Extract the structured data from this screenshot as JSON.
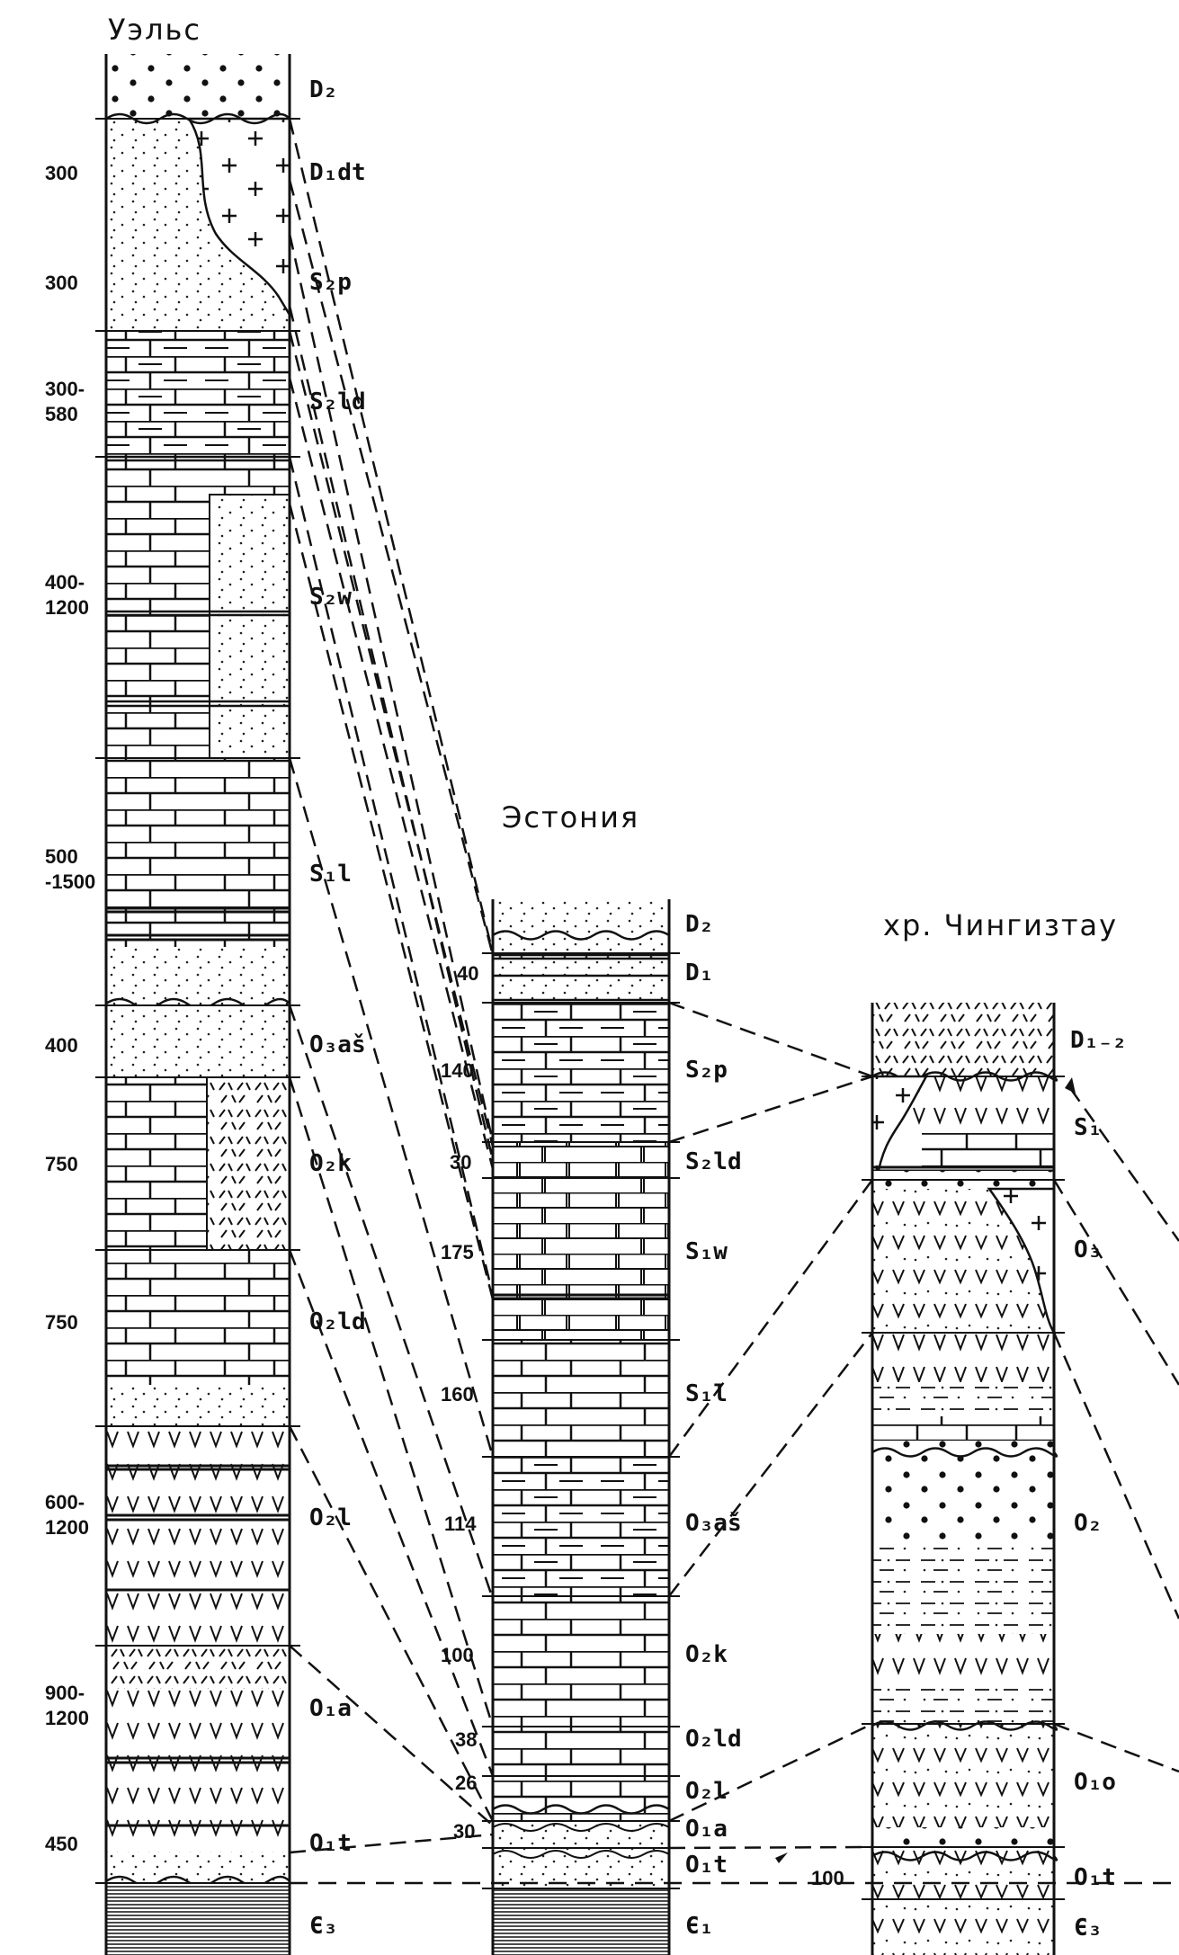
{
  "columns": [
    {
      "title": "Уэльс",
      "units": [
        {
          "label": "D₂",
          "thickness": "",
          "lith": "conglomerate"
        },
        {
          "label": "D₁dt",
          "thickness": "300",
          "lith": "sandstone_granite"
        },
        {
          "label": "S₂p",
          "thickness": "300",
          "lith": "sandstone_granite"
        },
        {
          "label": "S₂ld",
          "thickness": "300-\n580",
          "lith": "marly_limestone"
        },
        {
          "label": "S₂w",
          "thickness": "400-\n1200",
          "lith": "limestone_sand"
        },
        {
          "label": "S₁l",
          "thickness": "500\n-1500",
          "lith": "limestone"
        },
        {
          "label": "O₃aš",
          "thickness": "400",
          "lith": "sandstone"
        },
        {
          "label": "O₂k",
          "thickness": "750",
          "lith": "limestone_tuff"
        },
        {
          "label": "O₂ld",
          "thickness": "750",
          "lith": "limestone"
        },
        {
          "label": "O₂l",
          "thickness": "600-\n1200",
          "lith": "volcanics"
        },
        {
          "label": "O₁a",
          "thickness": "900-\n1200",
          "lith": "volcanics"
        },
        {
          "label": "O₁t",
          "thickness": "450",
          "lith": "shale"
        },
        {
          "label": "Є₃",
          "thickness": "",
          "lith": "shale"
        }
      ]
    },
    {
      "title": "Эстония",
      "units": [
        {
          "label": "D₂",
          "thickness": "",
          "lith": "sandstone"
        },
        {
          "label": "D₁",
          "thickness": "40",
          "lith": "sandstone"
        },
        {
          "label": "S₂p",
          "thickness": "140",
          "lith": "limestone"
        },
        {
          "label": "S₂ld",
          "thickness": "30",
          "lith": "dolomite"
        },
        {
          "label": "S₁w",
          "thickness": "175",
          "lith": "dolomite"
        },
        {
          "label": "S₁l",
          "thickness": "160",
          "lith": "limestone"
        },
        {
          "label": "O₃aš",
          "thickness": "114",
          "lith": "limestone"
        },
        {
          "label": "O₂k",
          "thickness": "100",
          "lith": "limestone"
        },
        {
          "label": "O₂ld",
          "thickness": "38",
          "lith": "limestone"
        },
        {
          "label": "O₂l",
          "thickness": "26",
          "lith": "limestone"
        },
        {
          "label": "O₁a",
          "thickness": "30",
          "lith": "sandstone"
        },
        {
          "label": "O₁t",
          "thickness": "",
          "lith": "sandstone"
        },
        {
          "label": "Є₁",
          "thickness": "",
          "lith": "shale"
        }
      ]
    },
    {
      "title": "хр. Чингизтау",
      "units": [
        {
          "label": "D₁₋₂",
          "thickness": "",
          "lith": "tuff"
        },
        {
          "label": "S₁",
          "thickness": "",
          "lith": "volcanics_limestone"
        },
        {
          "label": "O₃",
          "thickness": "",
          "lith": "volcanics_granite"
        },
        {
          "label": "O₂",
          "thickness": "",
          "lith": "sandstone_volcanics"
        },
        {
          "label": "O₁o",
          "thickness": "",
          "lith": "volcanics"
        },
        {
          "label": "O₁t",
          "thickness": "100",
          "lith": "volcanics"
        },
        {
          "label": "Є₃",
          "thickness": "",
          "lith": "volcanics"
        }
      ]
    }
  ]
}
